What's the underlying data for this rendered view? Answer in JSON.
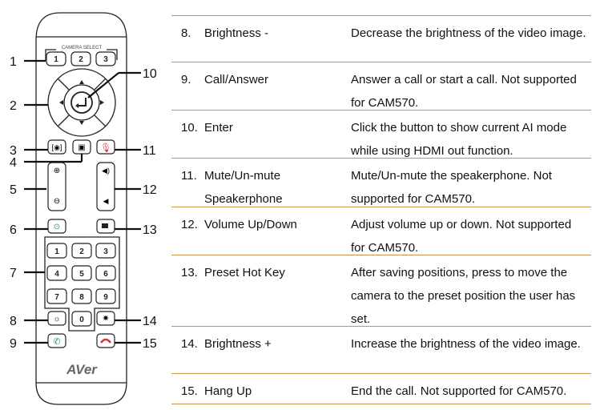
{
  "remote": {
    "camera_select_label": "CAMERA SELECT",
    "camera_buttons": [
      "1",
      "2",
      "3"
    ],
    "keypad": [
      "1",
      "2",
      "3",
      "4",
      "5",
      "6",
      "7",
      "8",
      "9",
      "0"
    ],
    "logo": "AVer",
    "callouts": [
      "1",
      "2",
      "3",
      "4",
      "5",
      "6",
      "7",
      "8",
      "9",
      "10",
      "11",
      "12",
      "13",
      "14",
      "15"
    ],
    "colors": {
      "call": "#2a9a5a",
      "hangup": "#d23a3a",
      "mute": "#d23a3a",
      "ai": "#2a9a5a"
    }
  },
  "table": {
    "rows": [
      {
        "num": "8.",
        "name": "Brightness -",
        "desc": "Decrease the brightness of the video image."
      },
      {
        "num": "9.",
        "name": "Call/Answer",
        "desc": "Answer a call or start a call. Not supported for CAM570."
      },
      {
        "num": "10.",
        "name": "Enter",
        "desc": "Click the button to show current AI mode while using HDMI out function."
      },
      {
        "num": "11.",
        "name": "Mute/Un-mute Speakerphone",
        "desc": "Mute/Un-mute the speakerphone. Not supported for CAM570."
      },
      {
        "num": "12.",
        "name": "Volume Up/Down",
        "desc": "Adjust volume up or down. Not supported for CAM570."
      },
      {
        "num": "13.",
        "name": "Preset Hot Key",
        "desc": "After saving positions, press to move the camera to the preset position the user has set."
      },
      {
        "num": "14.",
        "name": "Brightness +",
        "desc": "Increase the brightness of the video image."
      },
      {
        "num": "15.",
        "name": "Hang Up",
        "desc": "End the call. Not supported for CAM570."
      }
    ]
  }
}
